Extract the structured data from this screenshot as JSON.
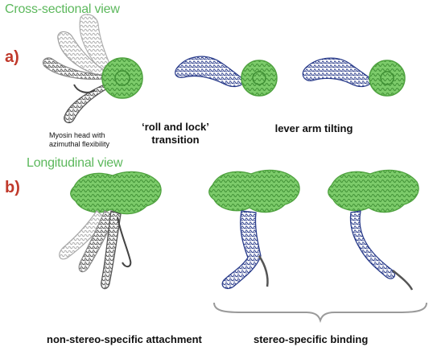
{
  "cross_section": {
    "title": "Cross-sectional view",
    "panel_letter": "a)",
    "caption_head_line1": "Myosin head with",
    "caption_head_line2": "azimuthal flexibility",
    "caption_roll_line1": "‘roll and lock’",
    "caption_roll_line2": "transition",
    "caption_tilt": "lever arm tilting"
  },
  "longitudinal": {
    "title": "Longitudinal view",
    "panel_letter": "b)",
    "caption_nonstereo": "non-stereo-specific attachment",
    "caption_stereo": "stereo-specific binding"
  },
  "colors": {
    "title_green": "#5cb85c",
    "panel_red": "#c0392b",
    "actin_green": "#6abf5a",
    "myosin_blue": "#2c3e8c",
    "myosin_gray": "#555555",
    "myosin_light_gray": "#aaaaaa",
    "brace_gray": "#9a9a9a"
  }
}
